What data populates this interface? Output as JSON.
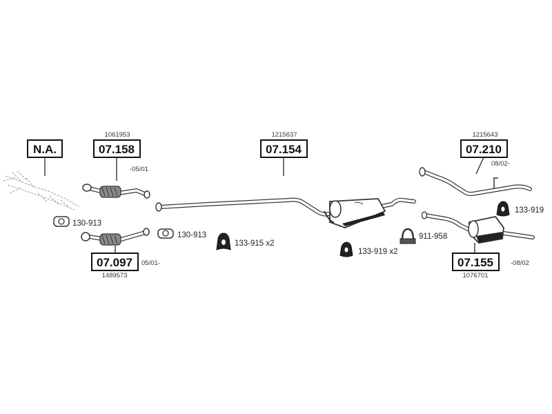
{
  "parts": {
    "na": {
      "code": "N.A."
    },
    "p07158": {
      "code": "07.158",
      "ref": "1061953",
      "date": "-05/01"
    },
    "p07097": {
      "code": "07.097",
      "ref": "1489573",
      "date": "05/01-"
    },
    "p07154": {
      "code": "07.154",
      "ref": "1215637"
    },
    "p07210": {
      "code": "07.210",
      "ref": "1215643",
      "date": "08/02-"
    },
    "p07155": {
      "code": "07.155",
      "ref": "1076701",
      "date": "-08/02"
    }
  },
  "accessories": {
    "gasket_left": "130-913",
    "gasket_mid": "130-913",
    "hanger_133915": "133-915 x2",
    "hanger_133919_mid": "133-919 x2",
    "clamp_911958": "911-958",
    "hanger_133919_right": "133-919"
  }
}
